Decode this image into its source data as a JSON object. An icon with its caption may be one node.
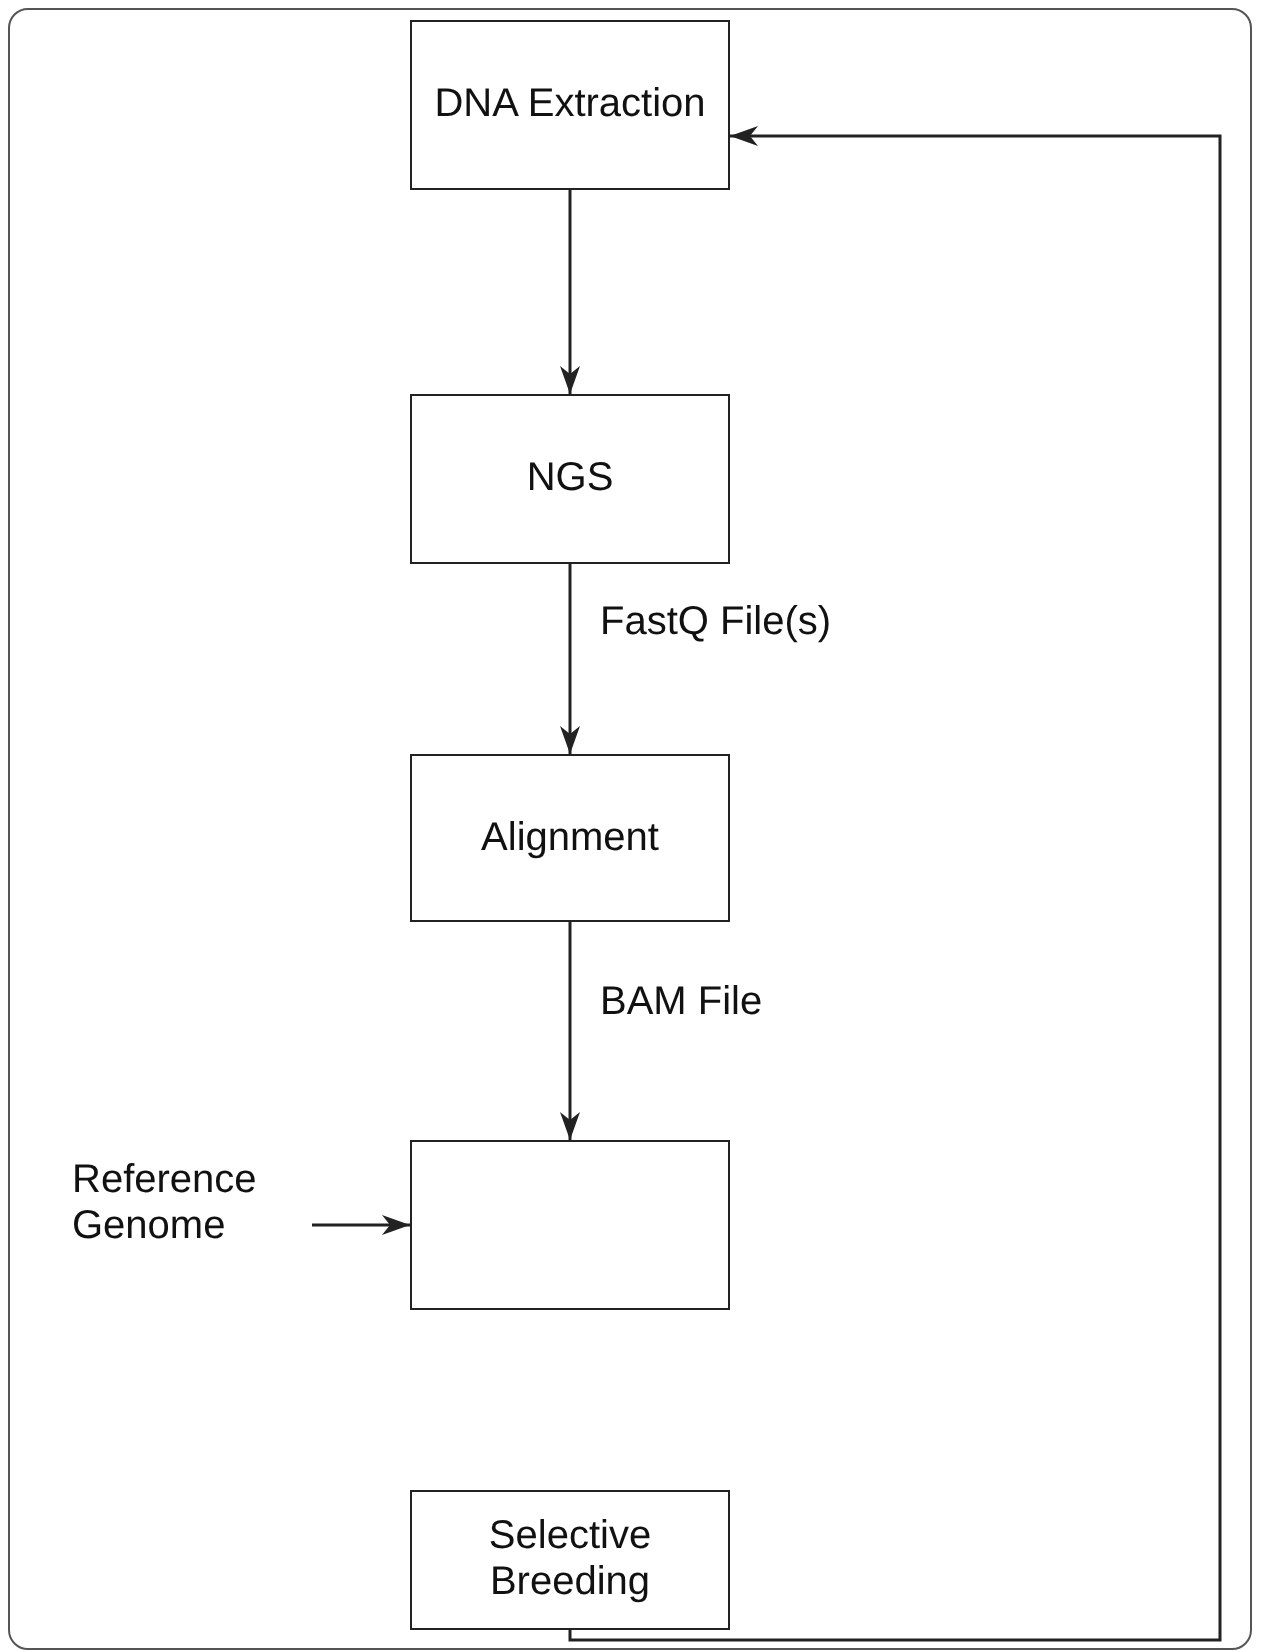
{
  "diagram": {
    "nodes": [
      {
        "text": [
          "DNA Extraction"
        ]
      },
      {
        "text": [
          "NGS"
        ]
      },
      {
        "text": [
          "Alignment"
        ]
      },
      {
        "text": [],
        "shape": "box"
      },
      {
        "text": [
          "Selective Breeding"
        ]
      },
      {
        "text": [
          "Reference Genome"
        ]
      }
    ],
    "edges": [
      {
        "from": 0,
        "to": 1,
        "arrow": "to"
      },
      {
        "from": 1,
        "to": 2,
        "arrow": "to",
        "label": "FastQ File(s)"
      },
      {
        "from": 2,
        "to": 3,
        "arrow": "to",
        "label": "BAM File"
      },
      {
        "from": 5,
        "to": 3,
        "arrow": "to"
      },
      {
        "from": 4,
        "to": 0,
        "arrow": "to"
      }
    ]
  }
}
